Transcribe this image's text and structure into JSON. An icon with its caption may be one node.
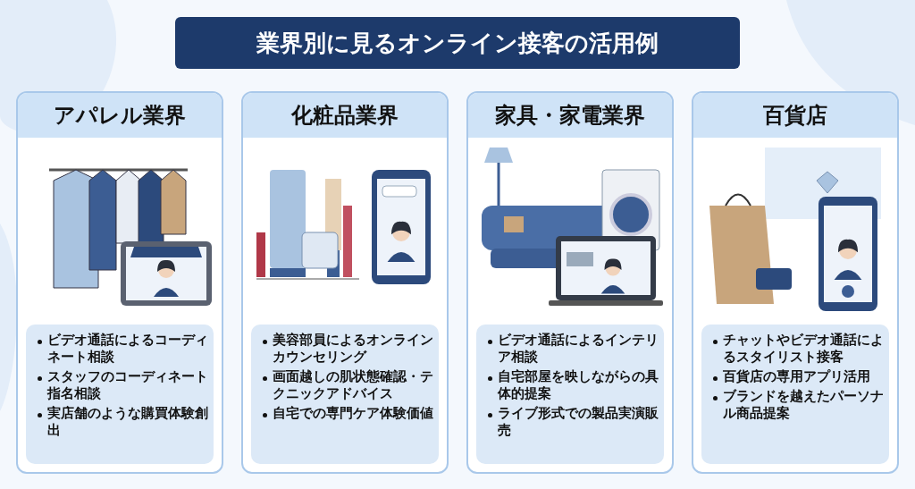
{
  "diagram": {
    "title": "業界別に見るオンライン接客の活用例",
    "nodes": [
      {
        "text": [
          "アパレル業界"
        ]
      },
      {
        "text": [
          "ビデオ通話によるコーディネート相談",
          "スタッフのコーディネート指名相談",
          "実店舗のような購買体験創出"
        ],
        "in": 0
      },
      {
        "text": [
          "化粧品業界"
        ]
      },
      {
        "text": [
          "美容部員によるオンラインカウンセリング",
          "画面越しの肌状態確認・テクニックアドバイス",
          "自宅での専門ケア体験価値"
        ],
        "in": 2
      },
      {
        "text": [
          "家具・家電業界"
        ]
      },
      {
        "text": [
          "ビデオ通話によるインテリア相談",
          "自宅部屋を映しながらの具体的提案",
          "ライブ形式での製品実演販売"
        ],
        "in": 4
      },
      {
        "text": [
          "百貨店"
        ]
      },
      {
        "text": [
          "チャットやビデオ通話によるスタイリスト接客",
          "百貨店の専用アプリ活用",
          "ブランドを越えたパーソナル商品提案"
        ],
        "in": 6
      }
    ],
    "edges": []
  }
}
